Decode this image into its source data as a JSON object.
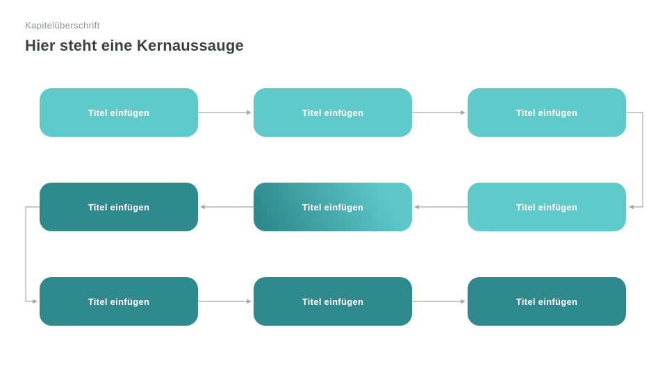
{
  "slide": {
    "kicker": "Kapitelüberschrift",
    "title": "Hier steht eine Kernaussauge"
  },
  "colors": {
    "teal_light": "#5ecaca",
    "teal_dark": "#2e8a8d",
    "gradient_from": "#2e8a8d",
    "gradient_to": "#5fc9c9",
    "arrow_gray": "#a6a6a6",
    "kicker_gray": "#8f9193",
    "title_gray": "#3d3f40",
    "box_text": "#ffffff",
    "background": "#ffffff"
  },
  "diagram": {
    "boxes": [
      {
        "id": "r1c1",
        "label": "Titel einfügen",
        "fill": "light"
      },
      {
        "id": "r1c2",
        "label": "Titel einfügen",
        "fill": "light"
      },
      {
        "id": "r1c3",
        "label": "Titel einfügen",
        "fill": "light"
      },
      {
        "id": "r2c1",
        "label": "Titel einfügen",
        "fill": "dark"
      },
      {
        "id": "r2c2",
        "label": "Titel einfügen",
        "fill": "gradient"
      },
      {
        "id": "r2c3",
        "label": "Titel einfügen",
        "fill": "light"
      },
      {
        "id": "r3c1",
        "label": "Titel einfügen",
        "fill": "dark"
      },
      {
        "id": "r3c2",
        "label": "Titel einfügen",
        "fill": "dark"
      },
      {
        "id": "r3c3",
        "label": "Titel einfügen",
        "fill": "dark"
      }
    ],
    "connectors": [
      {
        "from": "r1c1",
        "to": "r1c2",
        "shape": "straight",
        "direction": "right"
      },
      {
        "from": "r1c2",
        "to": "r1c3",
        "shape": "straight",
        "direction": "right"
      },
      {
        "from": "r1c3",
        "to": "r2c3",
        "shape": "elbow",
        "direction": "down-then-left"
      },
      {
        "from": "r2c3",
        "to": "r2c2",
        "shape": "straight",
        "direction": "left"
      },
      {
        "from": "r2c2",
        "to": "r2c1",
        "shape": "straight",
        "direction": "left"
      },
      {
        "from": "r2c1",
        "to": "r3c1",
        "shape": "elbow",
        "direction": "down-then-right"
      },
      {
        "from": "r3c1",
        "to": "r3c2",
        "shape": "straight",
        "direction": "right"
      },
      {
        "from": "r3c2",
        "to": "r3c3",
        "shape": "straight",
        "direction": "right"
      }
    ]
  }
}
